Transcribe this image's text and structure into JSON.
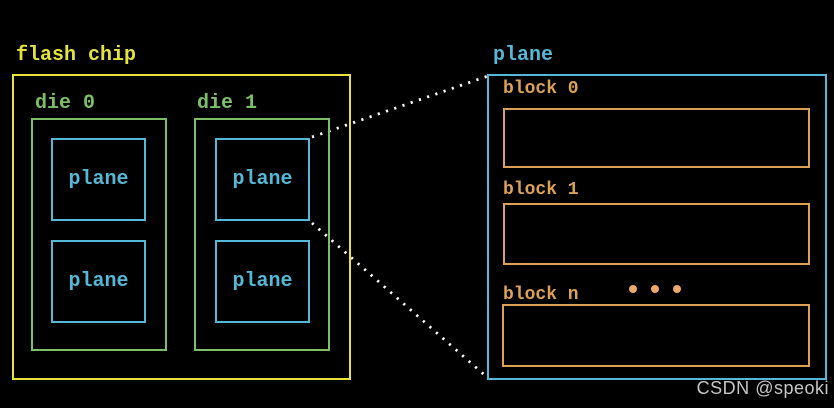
{
  "diagram": {
    "title_context": "flash chip internal architecture zoom diagram",
    "flash_chip": {
      "label": "flash chip",
      "dies": [
        {
          "label": "die 0",
          "planes": [
            "plane",
            "plane"
          ]
        },
        {
          "label": "die 1",
          "planes": [
            "plane",
            "plane"
          ]
        }
      ]
    },
    "plane_detail": {
      "label": "plane",
      "blocks": [
        {
          "label": "block 0"
        },
        {
          "label": "block 1"
        },
        {
          "label": "block n"
        }
      ],
      "ellipsis": "three-dots"
    },
    "colors": {
      "background": "#000000",
      "flash_chip_accent": "#e6e43c",
      "die_accent": "#7dbe69",
      "plane_accent": "#55b8d6",
      "block_accent": "#dda156",
      "ellipsis_dots": "#f0a868",
      "connector": "#ffffff",
      "watermark": "#c6c6c6"
    }
  },
  "watermark": {
    "prefix": "CSDN",
    "handle": "@speoki"
  }
}
